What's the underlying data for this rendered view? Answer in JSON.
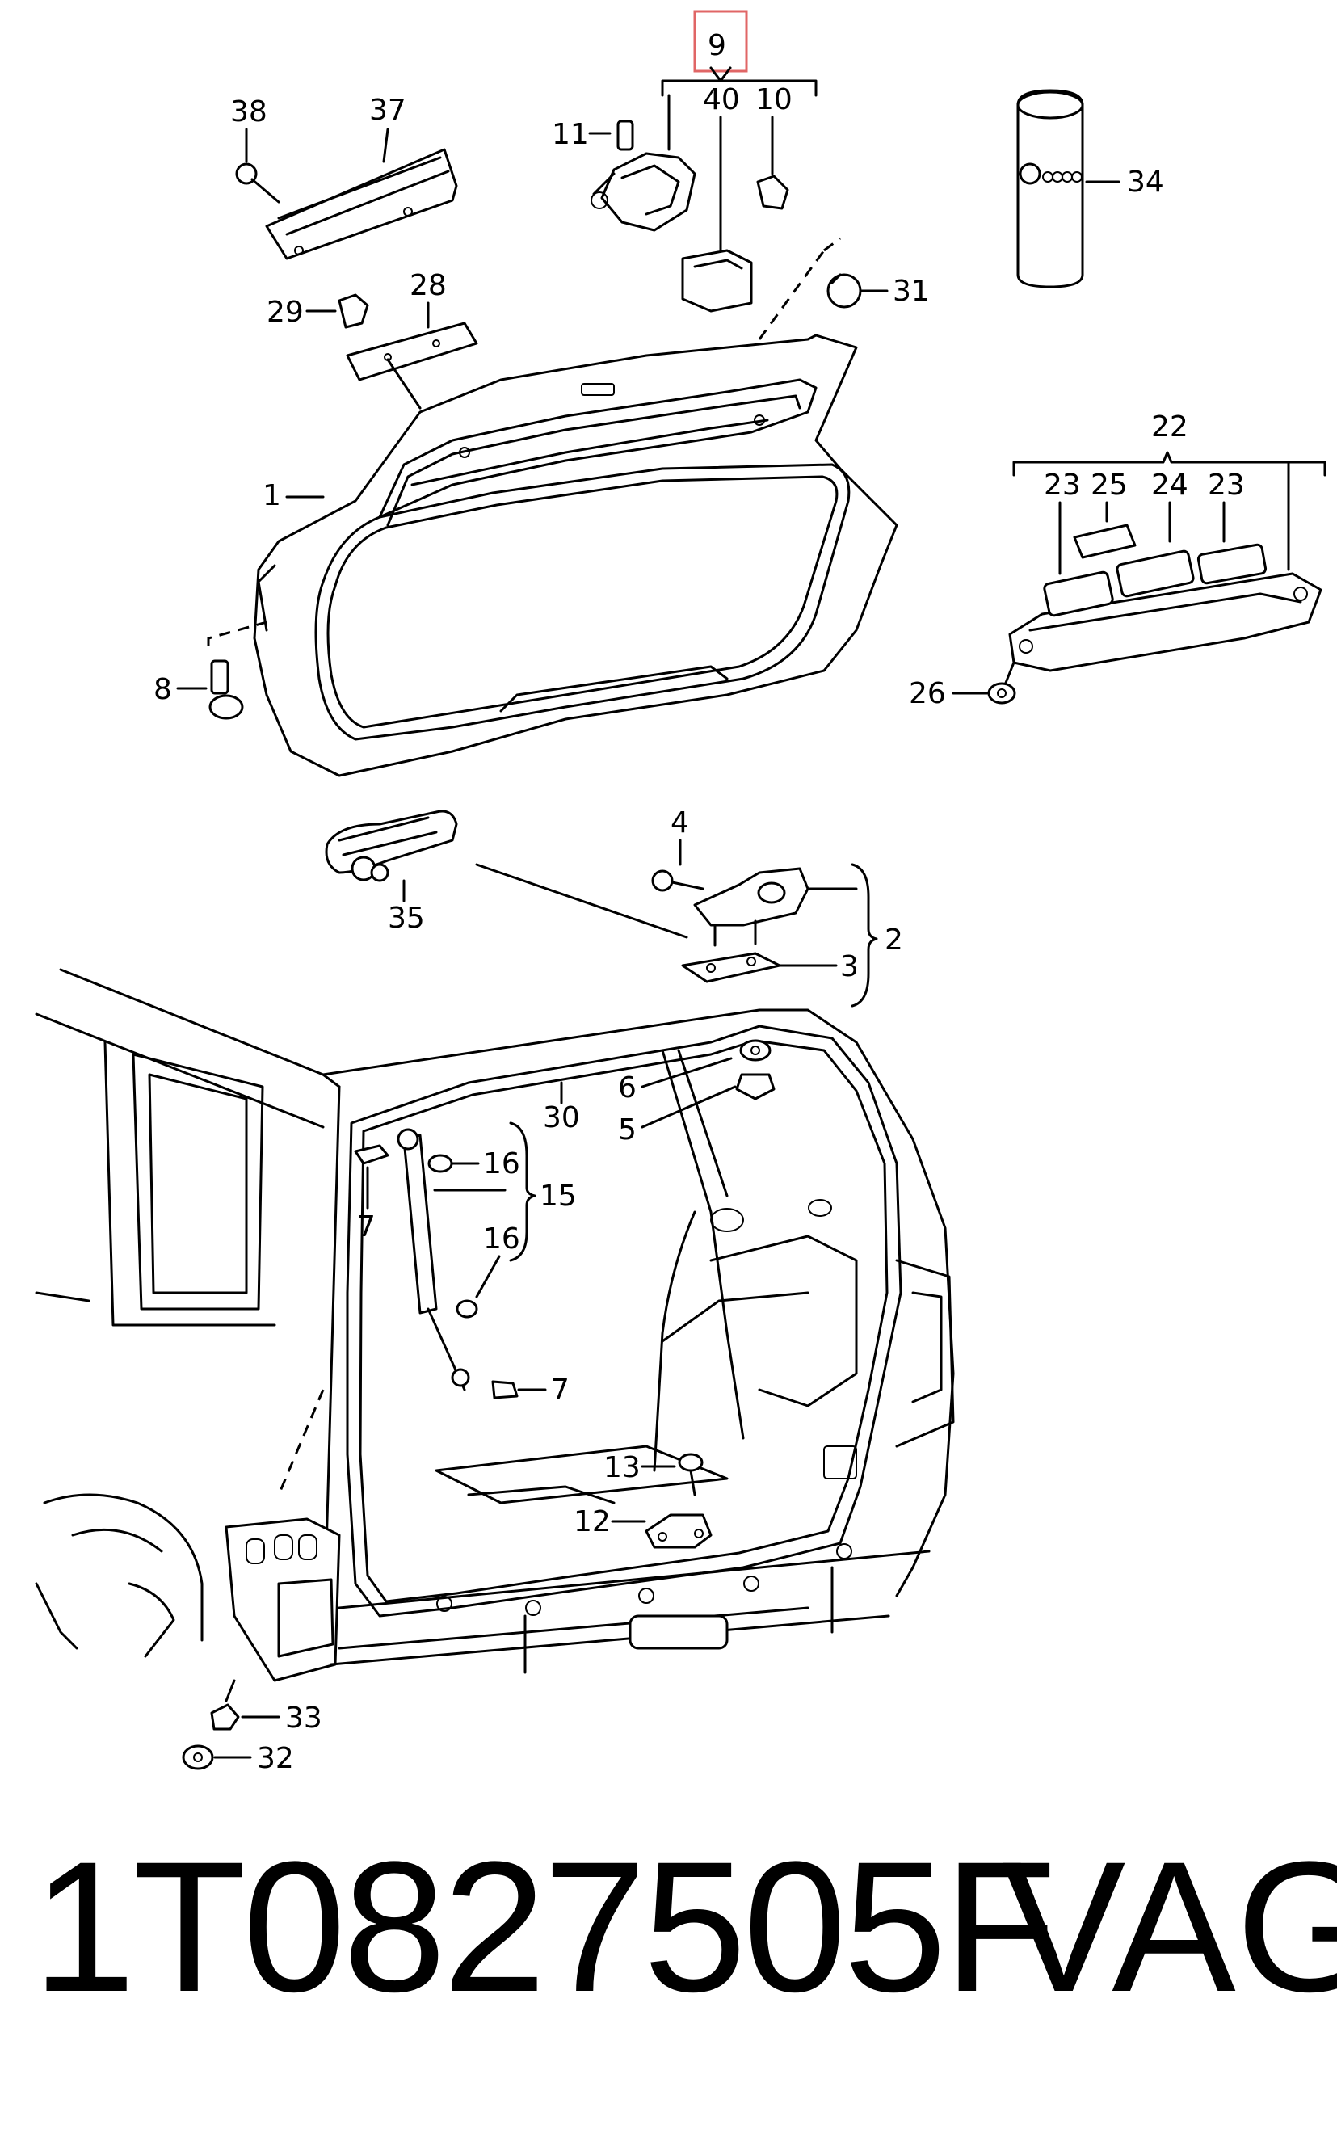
{
  "part_number": "1T0827505F",
  "brand": "VAG",
  "highlight_color": "#e06666",
  "callouts": {
    "c1": "1",
    "c2": "2",
    "c3": "3",
    "c4": "4",
    "c5": "5",
    "c6": "6",
    "c7a": "7",
    "c7b": "7",
    "c8": "8",
    "c9": "9",
    "c10": "10",
    "c11": "11",
    "c12": "12",
    "c13": "13",
    "c15": "15",
    "c16a": "16",
    "c16b": "16",
    "c22": "22",
    "c23a": "23",
    "c23b": "23",
    "c24": "24",
    "c25": "25",
    "c26": "26",
    "c28": "28",
    "c29": "29",
    "c30": "30",
    "c31": "31",
    "c32": "32",
    "c33": "33",
    "c34": "34",
    "c35": "35",
    "c37": "37",
    "c38": "38",
    "c40": "40"
  }
}
